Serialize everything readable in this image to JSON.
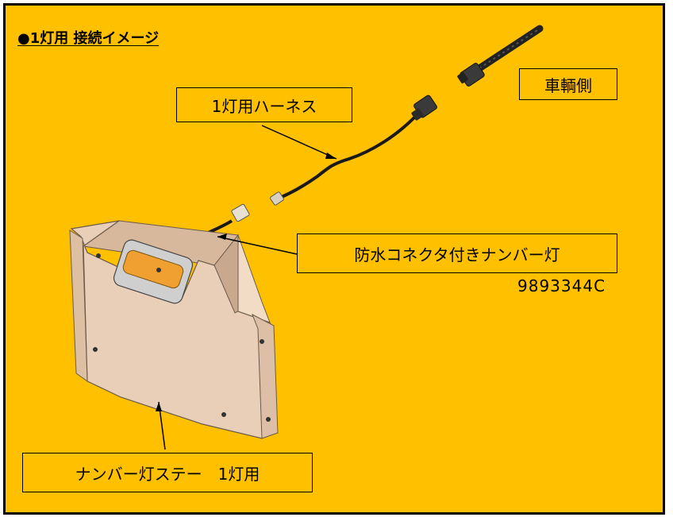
{
  "title": "●1灯用  接続イメージ",
  "labels": {
    "vehicle_side": "車輌側",
    "harness": "1灯用ハーネス",
    "lamp": "防水コネクタ付きナンバー灯",
    "part_number": "9893344C",
    "stay": "ナンバー灯ステー　1灯用"
  },
  "colors": {
    "background": "#FFC000",
    "stay_plate": "#E9CFB7",
    "lamp_lens": "#F0A030",
    "cable": "#1A1A1A"
  }
}
